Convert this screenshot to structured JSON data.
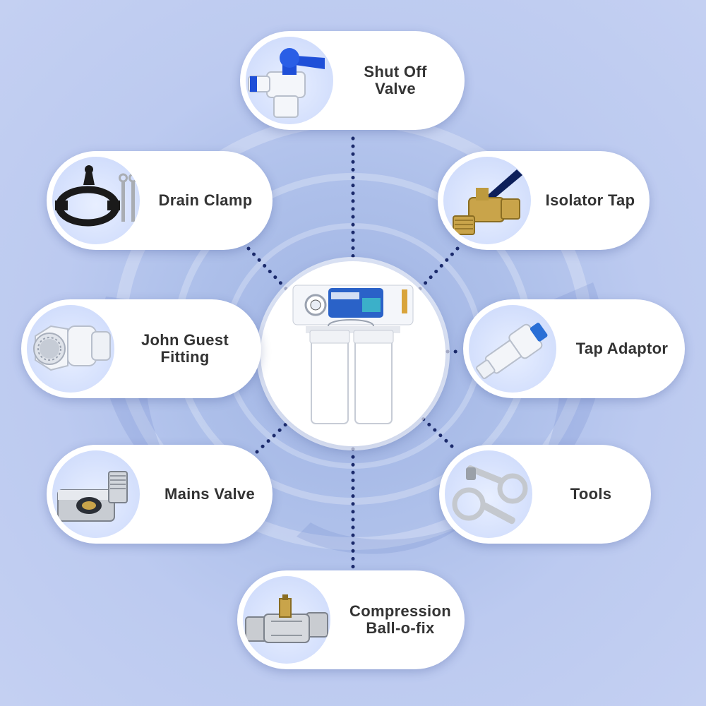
{
  "colors": {
    "background": "#b3c3ec",
    "pill": "#ffffff",
    "label_text": "#333333",
    "connector_dots": "#1b2a6b",
    "accent_blue": "#1f4fd8"
  },
  "center": {
    "product": "reverse-osmosis-filter-system-icon"
  },
  "items": [
    {
      "key": "shutoff",
      "label_lines": [
        "Shut Off",
        "Valve"
      ],
      "icon": "shut-off-valve-icon"
    },
    {
      "key": "drain",
      "label_lines": [
        "Drain Clamp"
      ],
      "icon": "drain-clamp-icon"
    },
    {
      "key": "isolator",
      "label_lines": [
        "Isolator Tap"
      ],
      "icon": "isolator-tap-icon"
    },
    {
      "key": "john",
      "label_lines": [
        "John Guest",
        "Fitting"
      ],
      "icon": "john-guest-fitting-icon"
    },
    {
      "key": "tapad",
      "label_lines": [
        "Tap Adaptor"
      ],
      "icon": "tap-adaptor-icon"
    },
    {
      "key": "mains",
      "label_lines": [
        "Mains Valve"
      ],
      "icon": "mains-valve-icon"
    },
    {
      "key": "tools",
      "label_lines": [
        "Tools"
      ],
      "icon": "tools-wrench-icon"
    },
    {
      "key": "comp",
      "label_lines": [
        "Compression",
        "Ball-o-fix"
      ],
      "icon": "compression-ball-o-fix-icon"
    }
  ]
}
